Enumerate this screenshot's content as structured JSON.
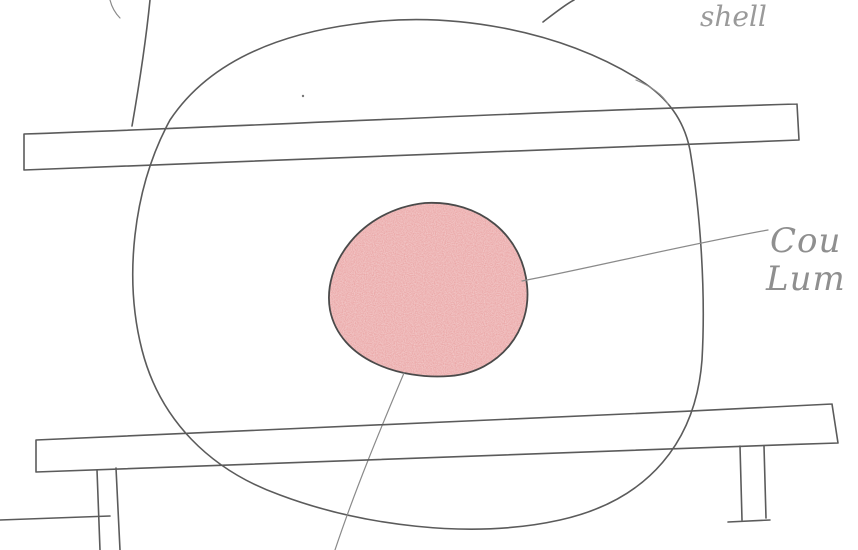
{
  "labels": {
    "top_right": "shell",
    "right_line1": "Cou",
    "right_line2": "Lum"
  },
  "colors": {
    "pencil": "#5b5b5b",
    "label_gray": "#8f8f8f",
    "lumen_fill": "#e07b7b",
    "lumen_outline": "#4a4a4a"
  }
}
